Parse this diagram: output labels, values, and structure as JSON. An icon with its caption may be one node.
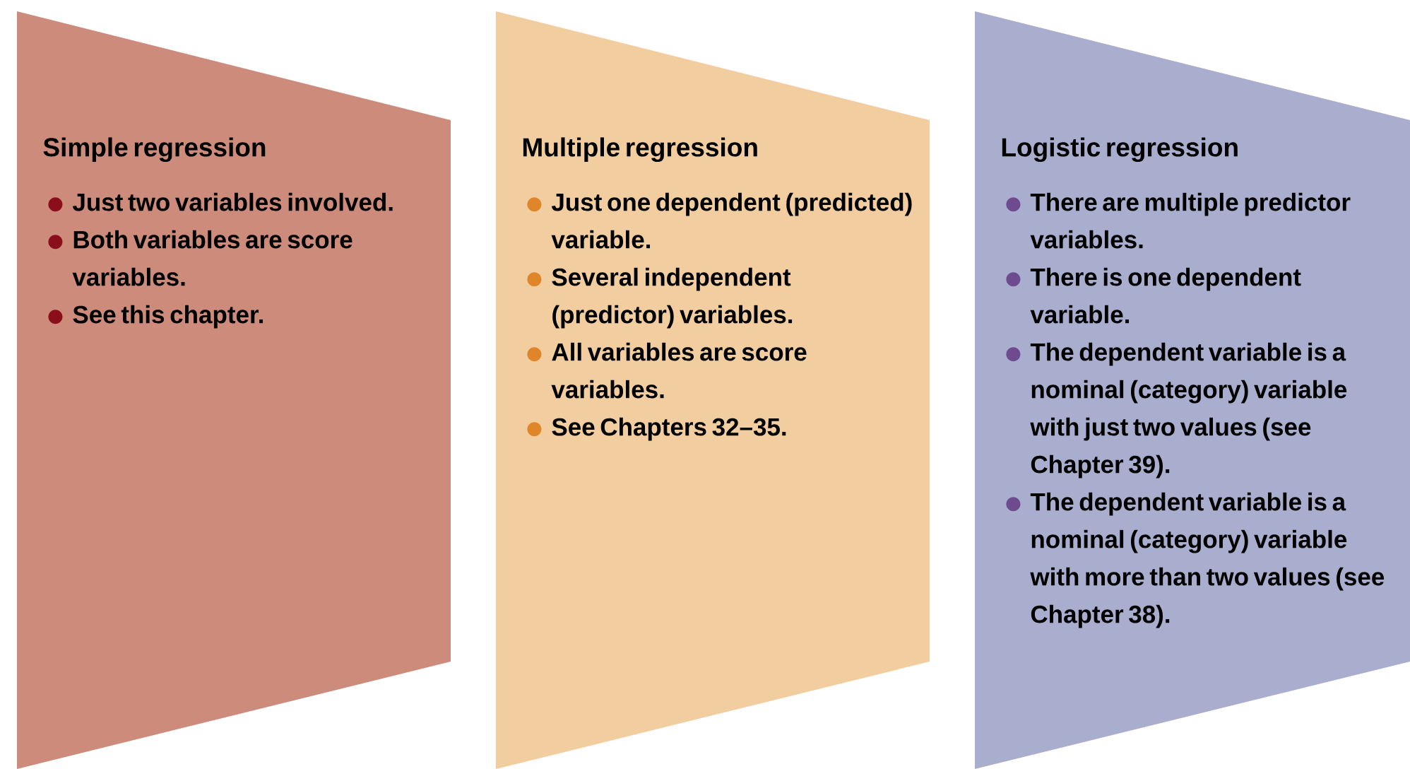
{
  "diagram": {
    "nodes": [
      {
        "text": [
          "Simple regression",
          "Just two variables involved.",
          "Both variables are score variables.",
          "See this chapter."
        ]
      },
      {
        "text": [
          "Multiple regression",
          "Just one dependent (predicted) variable.",
          "Several independent (predictor) variables.",
          "All variables are score variables.",
          "See Chapters 32–35."
        ]
      },
      {
        "text": [
          "Logistic regression",
          "There are multiple predictor variables.",
          "There is one dependent variable.",
          "The dependent variable is a nominal (category) variable with just two values (see Chapter 39).",
          "The dependent variable is a nominal (category) variable with more than two values (see Chapter 38)."
        ]
      }
    ]
  }
}
